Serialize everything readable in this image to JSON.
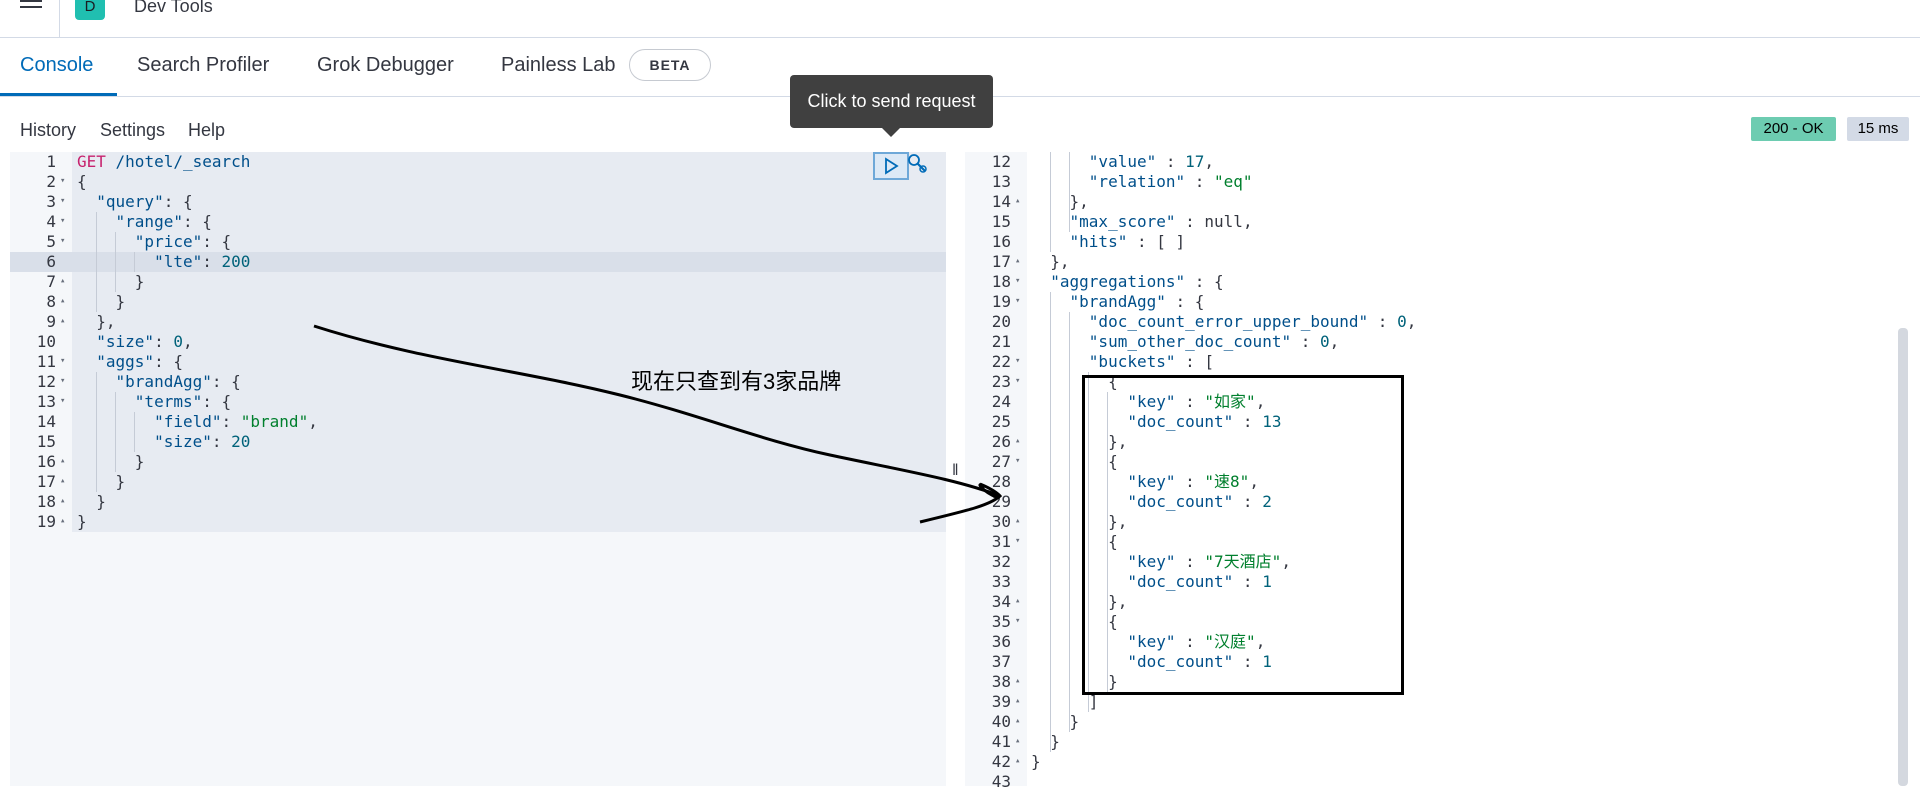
{
  "header": {
    "avatar_letter": "D",
    "app_title": "Dev Tools"
  },
  "tabs": [
    {
      "label": "Console"
    },
    {
      "label": "Search Profiler"
    },
    {
      "label": "Grok Debugger"
    },
    {
      "label": "Painless Lab"
    }
  ],
  "beta_badge": "BETA",
  "menu": {
    "history": "History",
    "settings": "Settings",
    "help": "Help"
  },
  "tooltip": "Click to send request",
  "status": {
    "code": "200 - OK",
    "time": "15 ms"
  },
  "annotation": "现在只查到有3家品牌",
  "request": {
    "method": "GET",
    "path": " /hotel/_search",
    "line_numbers": [
      "1",
      "2",
      "3",
      "4",
      "5",
      "6",
      "7",
      "8",
      "9",
      "10",
      "11",
      "12",
      "13",
      "14",
      "15",
      "16",
      "17",
      "18",
      "19"
    ],
    "t": {
      "q": "\"query\"",
      "range": "\"range\"",
      "price": "\"price\"",
      "lte": "\"lte\"",
      "v200": "200",
      "size": "\"size\"",
      "v0": "0",
      "aggs": "\"aggs\"",
      "brandAgg": "\"brandAgg\"",
      "terms": "\"terms\"",
      "field": "\"field\"",
      "brand": "\"brand\"",
      "v20": "20"
    }
  },
  "response": {
    "line_numbers": [
      "12",
      "13",
      "14",
      "15",
      "16",
      "17",
      "18",
      "19",
      "20",
      "21",
      "22",
      "23",
      "24",
      "25",
      "26",
      "27",
      "28",
      "29",
      "30",
      "31",
      "32",
      "33",
      "34",
      "35",
      "36",
      "37",
      "38",
      "39",
      "40",
      "41",
      "42",
      "43"
    ],
    "t": {
      "value": "\"value\"",
      "v17": "17",
      "relation": "\"relation\"",
      "eq": "\"eq\"",
      "max_score": "\"max_score\"",
      "null": "null",
      "hits": "\"hits\"",
      "aggregations": "\"aggregations\"",
      "brandAgg": "\"brandAgg\"",
      "dceub": "\"doc_count_error_upper_bound\"",
      "sodc": "\"sum_other_doc_count\"",
      "v0": "0",
      "buckets": "\"buckets\"",
      "key": "\"key\"",
      "doc_count": "\"doc_count\"",
      "b1_key": "\"如家\"",
      "b1_count": "13",
      "b2_key": "\"速8\"",
      "b2_count": "2",
      "b3_key": "\"7天酒店\"",
      "b3_count": "1",
      "b4_key": "\"汉庭\"",
      "b4_count": "1"
    }
  }
}
